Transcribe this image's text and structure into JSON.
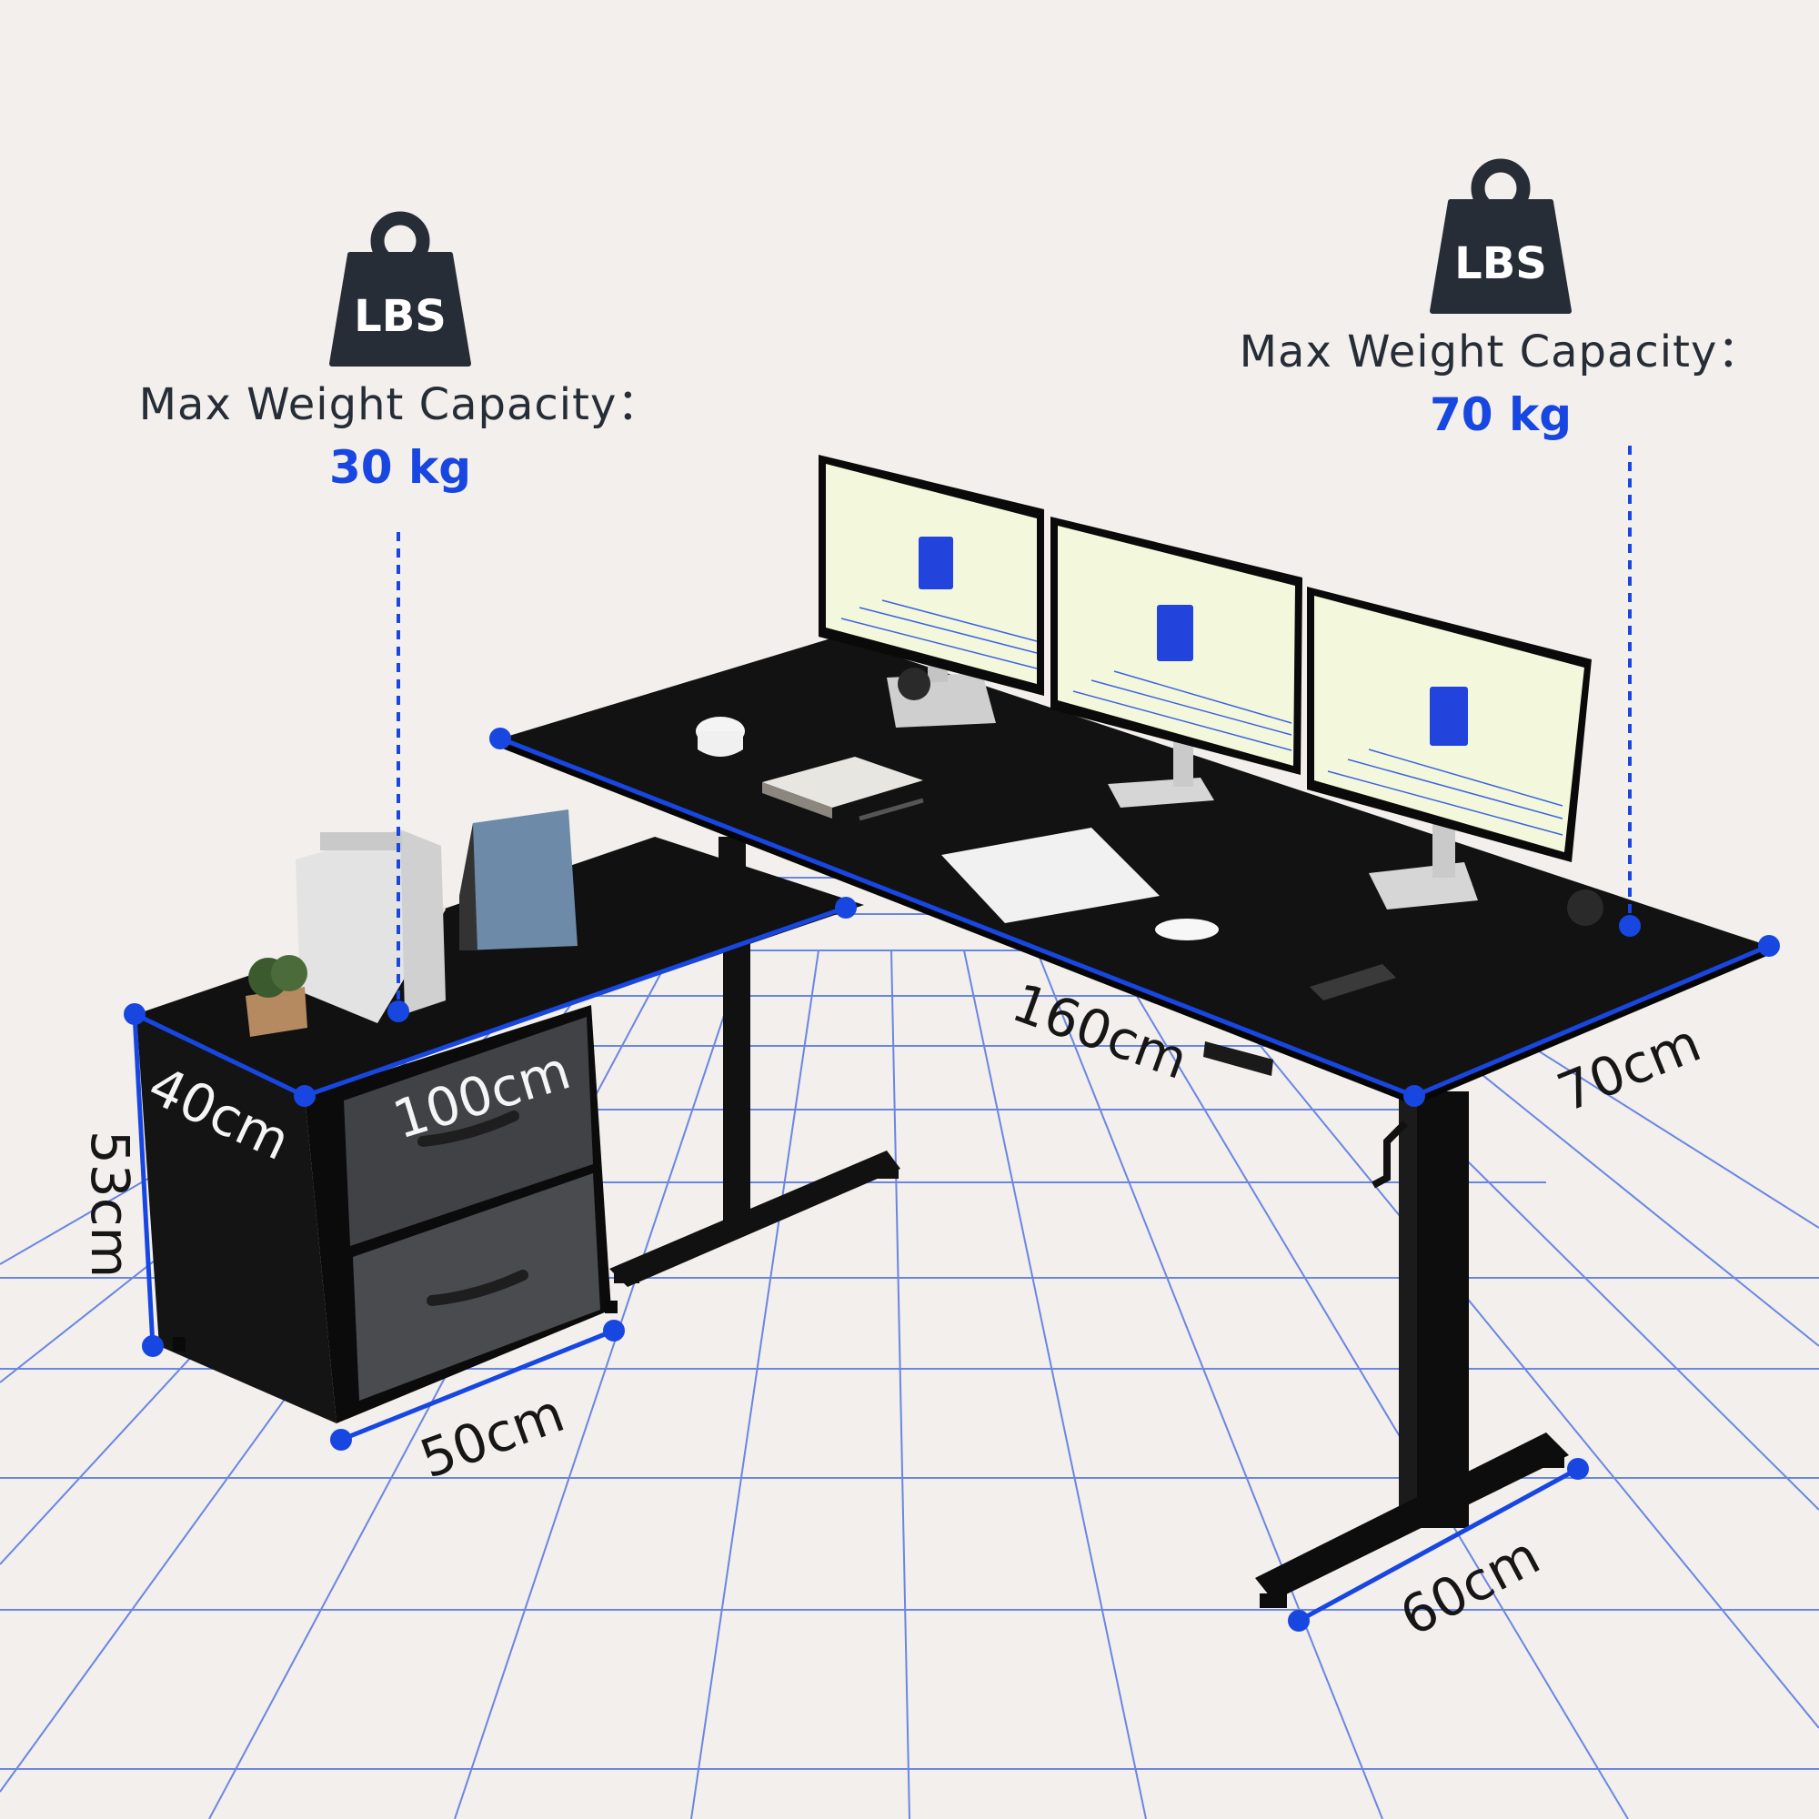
{
  "left_capacity": {
    "label": "Max Weight Capacity：",
    "value": "30 kg",
    "icon_text": "LBS",
    "icon": "weight-icon"
  },
  "right_capacity": {
    "label": "Max Weight Capacity：",
    "value": "70 kg",
    "icon_text": "LBS",
    "icon": "weight-icon"
  },
  "dimensions": {
    "main_length": "160cm",
    "main_depth": "70cm",
    "return_length": "100cm",
    "return_depth": "40cm",
    "cabinet_height": "53cm",
    "cabinet_width": "50cm",
    "foot_length": "60cm"
  },
  "colors": {
    "accent": "#1846e0",
    "background": "#f2efec",
    "desktop": "#111111",
    "grid": "#3d63e0",
    "icon": "#262d36"
  }
}
